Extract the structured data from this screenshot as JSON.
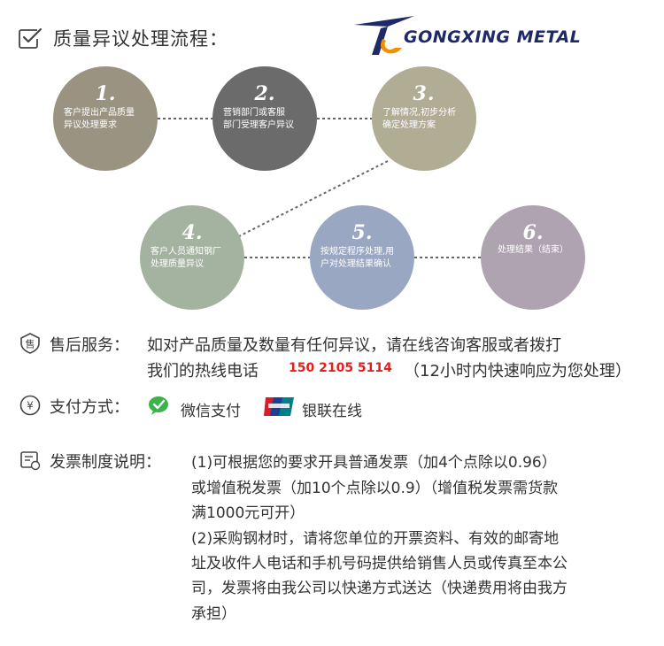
{
  "header": {
    "title": "质量异议处理流程：",
    "check_icon": "checkbox-icon"
  },
  "logo": {
    "brand": "GONGXING METAL",
    "colors": {
      "navy": "#1e2a68",
      "orange": "#f29100"
    }
  },
  "flow": {
    "steps": [
      {
        "num": "1.",
        "text": "客户提出产品质量\n异议处理要求",
        "color": "#9a9381"
      },
      {
        "num": "2.",
        "text": "营销部门或客服\n部门受理客户异议",
        "color": "#6b6b6b"
      },
      {
        "num": "3.",
        "text": "了解情况,初步分析\n确定处理方案",
        "color": "#b1ac94"
      },
      {
        "num": "4.",
        "text": "客户人员通知钢厂\n处理质量异议",
        "color": "#a4b39f"
      },
      {
        "num": "5.",
        "text": "按规定程序处理,用\n户对处理结果确认",
        "color": "#9aa7c3"
      },
      {
        "num": "6.",
        "text": "处理结果（结束）",
        "color": "#b0a3b1"
      }
    ]
  },
  "service": {
    "icon": "service-badge-icon",
    "label": "售后服务：",
    "line1": "如对产品质量及数量有任何异议，请在线咨询客服或者拨打",
    "line2": "我们的热线电话",
    "phone": "150 2105 5114",
    "hours": "（12小时内快速响应为您处理）",
    "phone_color": "#e0201c"
  },
  "payment": {
    "icon": "yen-icon",
    "label": "支付方式：",
    "methods": [
      {
        "name": "微信支付",
        "icon": "wechat-icon"
      },
      {
        "name": "银联在线",
        "icon": "unionpay-icon"
      }
    ]
  },
  "invoice": {
    "icon": "invoice-icon",
    "label": "发票制度说明：",
    "lines": [
      "(1)可根据您的要求开具普通发票（加4个点除以0.96）",
      "或增值税发票（加10个点除以0.9）（增值税发票需货款",
      "满1000元可开）",
      "(2)采购钢材时，请将您单位的开票资料、有效的邮寄地",
      "址及收件人电话和手机号码提供给销售人员或传真至本公",
      "司，发票将由我公司以快递方式送达（快递费用将由我方",
      "承担）"
    ]
  }
}
